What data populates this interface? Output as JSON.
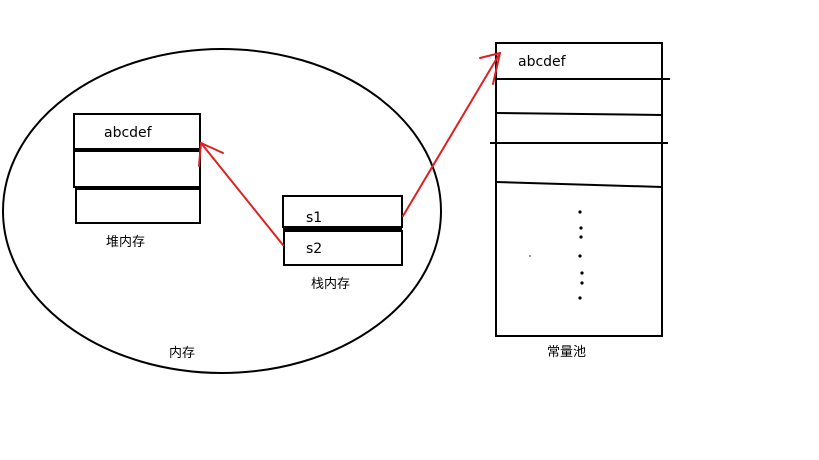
{
  "labels": {
    "memory": "内存",
    "heap": "堆内存",
    "stack": "栈内存",
    "constant_pool": "常量池"
  },
  "heap_cells": [
    "abcdef",
    "",
    ""
  ],
  "stack_cells": [
    "s1",
    "s2"
  ],
  "pool_cells": [
    "abcdef",
    "",
    "",
    ""
  ],
  "colors": {
    "line": "#000000",
    "arrow": "#e02020",
    "dot": "#000000"
  }
}
